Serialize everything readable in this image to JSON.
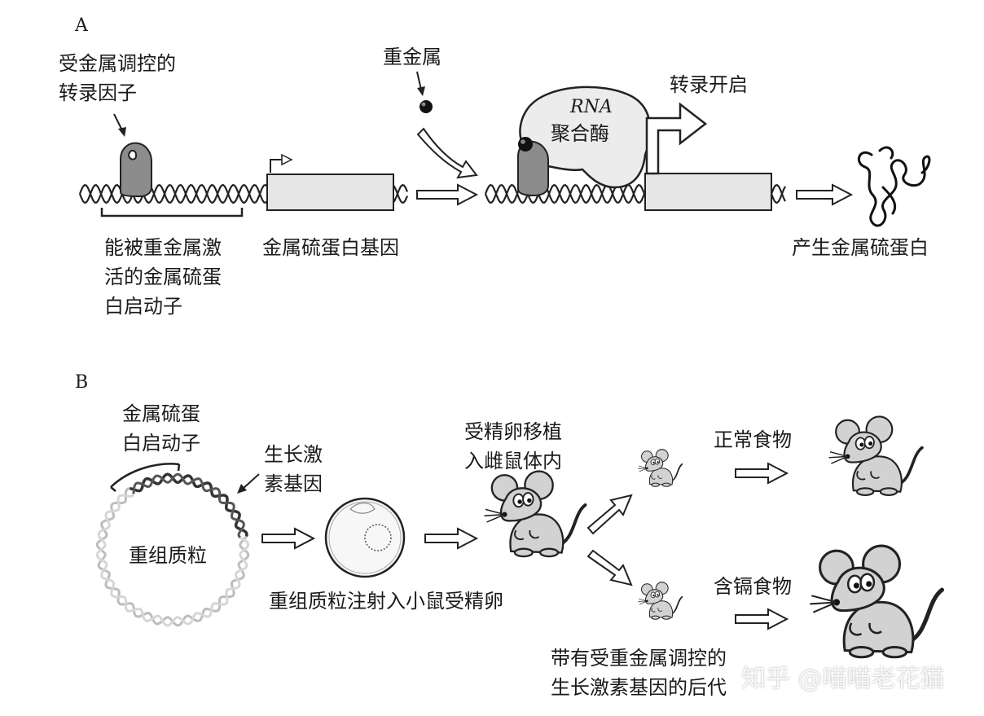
{
  "panel_a": {
    "letter": "A",
    "tf_label": [
      "受金属调控的",
      "转录因子"
    ],
    "heavy_metal_label": "重金属",
    "rna_pol_label": [
      "RNA",
      "聚合酶"
    ],
    "transcription_on_label": "转录开启",
    "promoter_label": [
      "能被重金属激",
      "活的金属硫蛋",
      "白启动子"
    ],
    "gene_label": "金属硫蛋白基因",
    "product_label": "产生金属硫蛋白"
  },
  "panel_b": {
    "letter": "B",
    "promoter_label": [
      "金属硫蛋",
      "白启动子"
    ],
    "gh_gene_label": [
      "生长激",
      "素基因"
    ],
    "plasmid_label": "重组质粒",
    "injection_label": "重组质粒注射入小鼠受精卵",
    "transplant_label": [
      "受精卵移植",
      "入雌鼠体内"
    ],
    "normal_food_label": "正常食物",
    "cd_food_label": "含镉食物",
    "offspring_label": [
      "带有受重金属调控的",
      "生长激素基因的后代"
    ]
  },
  "watermark": "知乎 @喵喵老花猫",
  "colors": {
    "protein_gray": "#8c8c8c",
    "bubble_fill": "#ececec",
    "mouse_fill": "#d2d2d2",
    "box_fill": "#e6e6e6",
    "plasmid_light": "#bdbdbd",
    "plasmid_dark": "#333333"
  }
}
